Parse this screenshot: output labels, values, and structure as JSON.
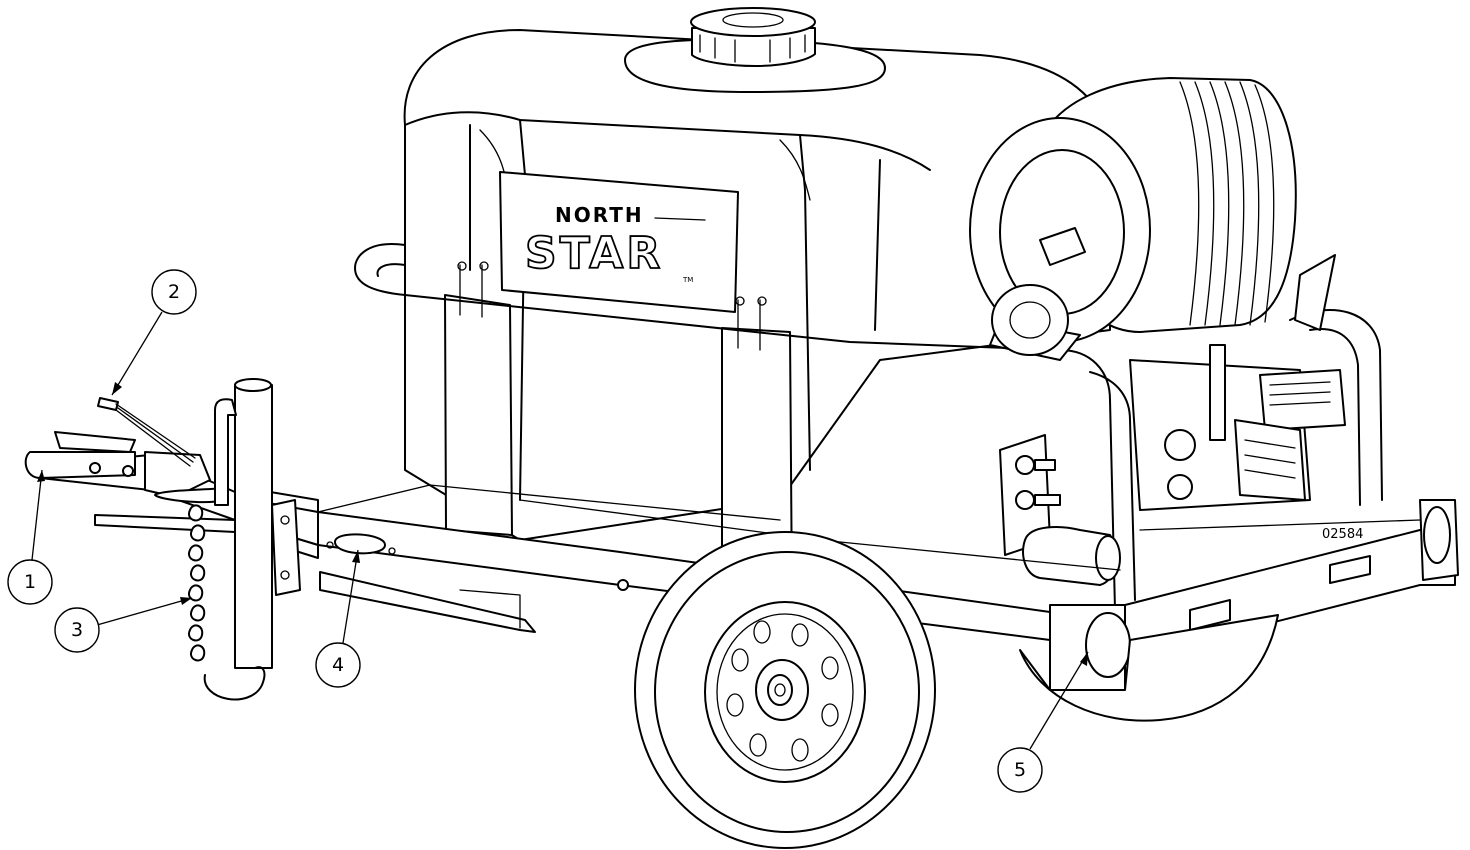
{
  "brand": {
    "line1": "NORTH",
    "line2": "STAR",
    "tm": "TM"
  },
  "drawing_number": "02584",
  "callouts": [
    {
      "number": "1"
    },
    {
      "number": "2"
    },
    {
      "number": "3"
    },
    {
      "number": "4"
    },
    {
      "number": "5"
    }
  ]
}
